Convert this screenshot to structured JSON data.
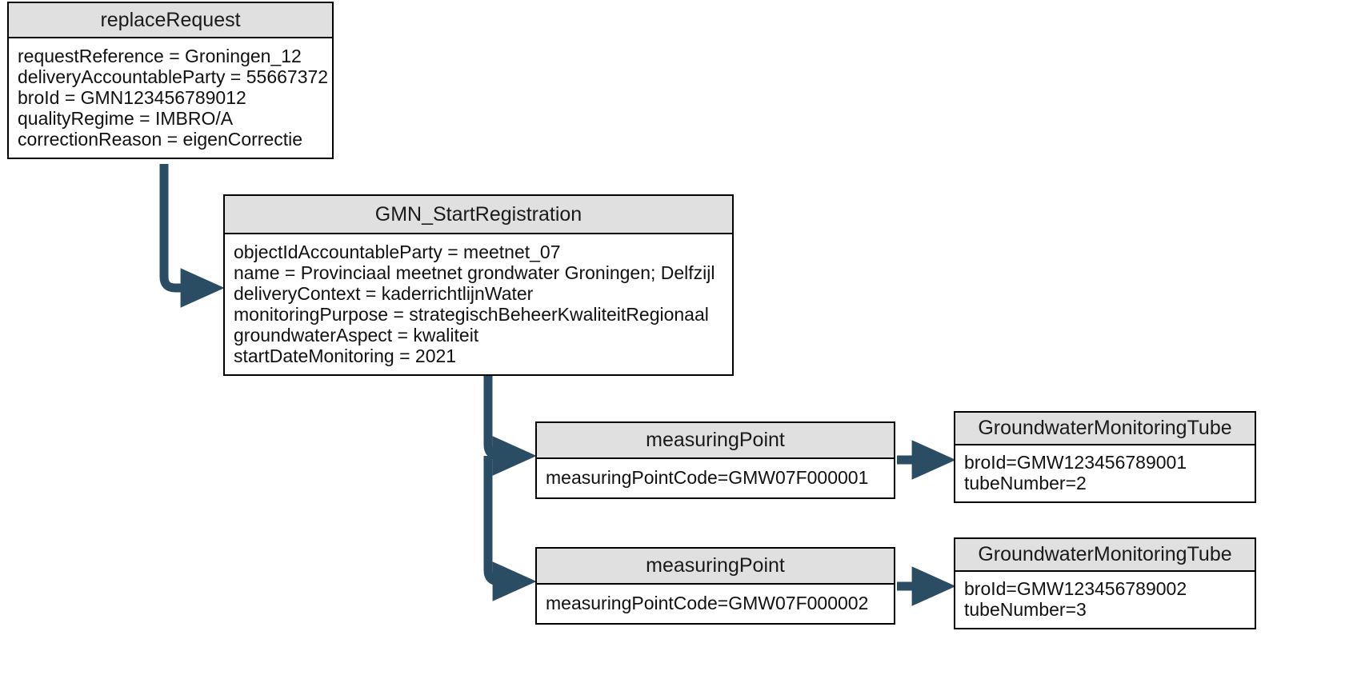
{
  "diagram": {
    "title": "replaceRequest GMN_StartRegistration object diagram",
    "colors": {
      "node_header_fill": "#e0e0e0",
      "node_body_fill": "#ffffff",
      "node_border": "#000000",
      "connector": "#2a4d63",
      "canvas_background": "#ffffff"
    }
  },
  "nodes": {
    "replace_request": {
      "title": "replaceRequest",
      "attributes": [
        "requestReference = Groningen_12",
        "deliveryAccountableParty = 55667372",
        "broId = GMN123456789012",
        "qualityRegime = IMBRO/A",
        "correctionReason = eigenCorrectie"
      ]
    },
    "gmn_start_registration": {
      "title": "GMN_StartRegistration",
      "attributes": [
        "objectIdAccountableParty = meetnet_07",
        "name = Provinciaal meetnet grondwater Groningen; Delfzijl",
        "deliveryContext = kaderrichtlijnWater",
        "monitoringPurpose = strategischBeheerKwaliteitRegionaal",
        "groundwaterAspect = kwaliteit",
        "startDateMonitoring = 2021"
      ]
    },
    "measuring_point_1": {
      "title": "measuringPoint",
      "attributes": [
        "measuringPointCode=GMW07F000001"
      ]
    },
    "measuring_point_2": {
      "title": "measuringPoint",
      "attributes": [
        "measuringPointCode=GMW07F000002"
      ]
    },
    "groundwater_monitoring_tube_1": {
      "title": "GroundwaterMonitoringTube",
      "attributes": [
        "broId=GMW123456789001",
        "tubeNumber=2"
      ]
    },
    "groundwater_monitoring_tube_2": {
      "title": "GroundwaterMonitoringTube",
      "attributes": [
        "broId=GMW123456789002",
        "tubeNumber=3"
      ]
    }
  },
  "connectors": [
    {
      "name": "replace-request-to-gmn-start",
      "from": "replace_request",
      "to": "gmn_start_registration",
      "style": "elbow-arrow"
    },
    {
      "name": "gmn-start-to-measuring-point-1",
      "from": "gmn_start_registration",
      "to": "measuring_point_1",
      "style": "elbow-arrow"
    },
    {
      "name": "gmn-start-to-measuring-point-2",
      "from": "gmn_start_registration",
      "to": "measuring_point_2",
      "style": "elbow-arrow"
    },
    {
      "name": "measuring-point-1-to-tube-1",
      "from": "measuring_point_1",
      "to": "groundwater_monitoring_tube_1",
      "style": "straight-arrow"
    },
    {
      "name": "measuring-point-2-to-tube-2",
      "from": "measuring_point_2",
      "to": "groundwater_monitoring_tube_2",
      "style": "straight-arrow"
    }
  ]
}
